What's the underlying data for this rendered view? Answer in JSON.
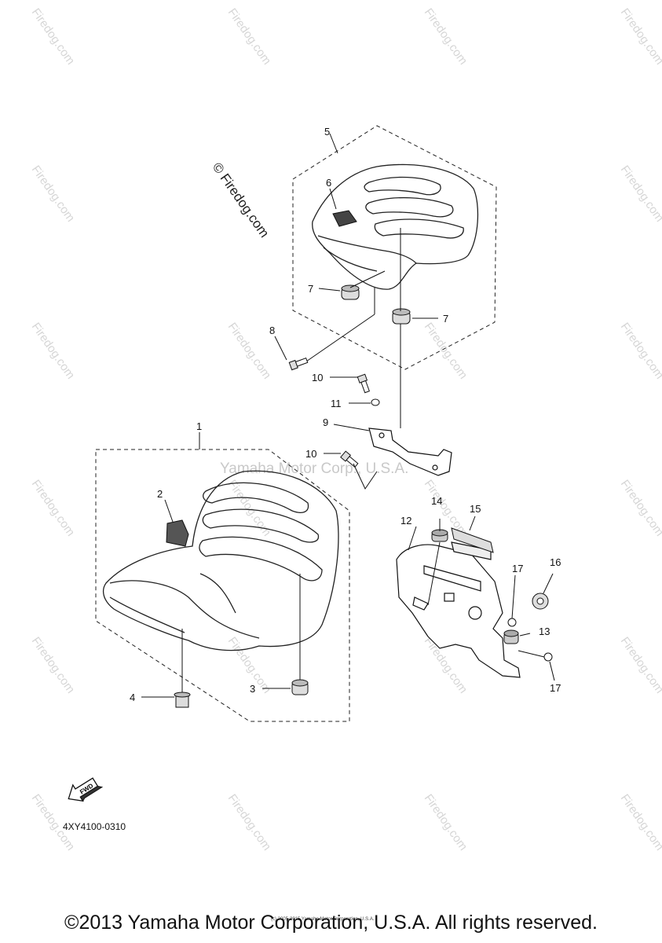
{
  "watermarks": {
    "repeat_text": "Firedog.com",
    "main_text": "© Firedog.com",
    "center_text": "Yamaha Motor Corp., U.S.A."
  },
  "callouts": {
    "c1": "1",
    "c2": "2",
    "c3": "3",
    "c4": "4",
    "c5": "5",
    "c6": "6",
    "c7a": "7",
    "c7b": "7",
    "c8": "8",
    "c9": "9",
    "c10a": "10",
    "c10b": "10",
    "c11": "11",
    "c12": "12",
    "c13": "13",
    "c14": "14",
    "c15": "15",
    "c16": "16",
    "c17a": "17",
    "c17b": "17"
  },
  "fwd_label": "FWD",
  "diagram_code": "4XY4100-0310",
  "small_copyright": "(c) 2005-2015 Yamaha Motor Corporation, U.S.A.",
  "copyright": "©2013 Yamaha Motor Corporation, U.S.A. All rights reserved."
}
